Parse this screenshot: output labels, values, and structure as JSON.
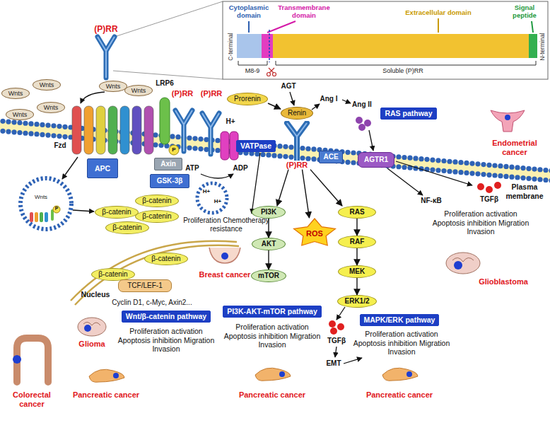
{
  "diagram": {
    "nodes": [
      {
        "text": [
          "Wnts"
        ]
      },
      {
        "text": [
          "Wnts"
        ]
      },
      {
        "text": [
          "Wnts"
        ]
      },
      {
        "text": [
          "Wnts"
        ]
      },
      {
        "text": [
          "Wnts"
        ]
      },
      {
        "text": [
          "Wnts"
        ]
      },
      {
        "text": [
          "APC"
        ]
      },
      {
        "text": [
          "Axin"
        ]
      },
      {
        "text": [
          "GSK-3β"
        ]
      },
      {
        "text": [
          "β-catenin"
        ]
      },
      {
        "text": [
          "β-catenin"
        ]
      },
      {
        "text": [
          "β-catenin"
        ]
      },
      {
        "text": [
          "β-catenin"
        ]
      },
      {
        "text": [
          "β-catenin"
        ]
      },
      {
        "text": [
          "β-catenin"
        ]
      },
      {
        "text": [
          "TCF/LEF-1"
        ]
      },
      {
        "text": [
          "Wnt/β-catenin pathway"
        ]
      },
      {
        "text": [
          "VATPase"
        ]
      },
      {
        "text": [
          "Prorenin"
        ]
      },
      {
        "text": [
          "Renin"
        ]
      },
      {
        "text": [
          "(P)RR"
        ]
      },
      {
        "text": [
          "ACE"
        ]
      },
      {
        "text": [
          "AGTR1"
        ]
      },
      {
        "text": [
          "RAS pathway"
        ]
      },
      {
        "text": [
          "PI3K"
        ]
      },
      {
        "text": [
          "AKT"
        ]
      },
      {
        "text": [
          "mTOR"
        ]
      },
      {
        "text": [
          "ROS"
        ]
      },
      {
        "text": [
          "RAS"
        ]
      },
      {
        "text": [
          "RAF"
        ]
      },
      {
        "text": [
          "MEK"
        ]
      },
      {
        "text": [
          "ERK1/2"
        ]
      },
      {
        "text": [
          "PI3K-AKT-mTOR pathway"
        ]
      },
      {
        "text": [
          "MAPK/ERK pathway"
        ]
      }
    ],
    "edges": [
      {
        "from": 24,
        "to": 25,
        "arrow": "to"
      },
      {
        "from": 25,
        "to": 26,
        "arrow": "to"
      },
      {
        "from": 28,
        "to": 29,
        "arrow": "to"
      },
      {
        "from": 29,
        "to": 30,
        "arrow": "to"
      },
      {
        "from": 30,
        "to": 31,
        "arrow": "to"
      },
      {
        "from": 20,
        "to": 24,
        "arrow": "to"
      },
      {
        "from": 20,
        "to": 27,
        "arrow": "to"
      },
      {
        "from": 20,
        "to": 28,
        "arrow": "to"
      },
      {
        "from": 18,
        "to": 19,
        "arrow": "to"
      }
    ],
    "labels": [
      "(P)RR",
      "Cytoplasmic domain",
      "Transmembrane domain",
      "Extracellular domain",
      "Signal peptide",
      "C-terminal",
      "N-terminal",
      "M8-9",
      "Soluble (P)RR",
      "LRP6",
      "(P)RR",
      "(P)RR",
      "P",
      "P",
      "Fzd",
      "Wnts",
      "Nucleus",
      "Cyclin D1, c-Myc, Axin2...",
      "Proliferation activation Apoptosis inhibition Migration Invasion",
      "Colorectal cancer",
      "Glioma",
      "Pancreatic cancer",
      "H+",
      "ATP",
      "ADP",
      "H+",
      "H+",
      "Proliferation Chemotherapy resistance",
      "Breast cancer",
      "AGT",
      "Ang I",
      "Ang II",
      "Plasma membrane",
      "Proliferation activation Apoptosis inhibition Migration Invasion",
      "Pancreatic cancer",
      "TGFβ",
      "EMT",
      "Proliferation activation Apoptosis inhibition Migration Invasion",
      "Pancreatic cancer",
      "NF-κB",
      "TGFβ",
      "Proliferation activation Apoptosis inhibition Migration Invasion",
      "Endometrial cancer",
      "Glioblastoma"
    ]
  }
}
